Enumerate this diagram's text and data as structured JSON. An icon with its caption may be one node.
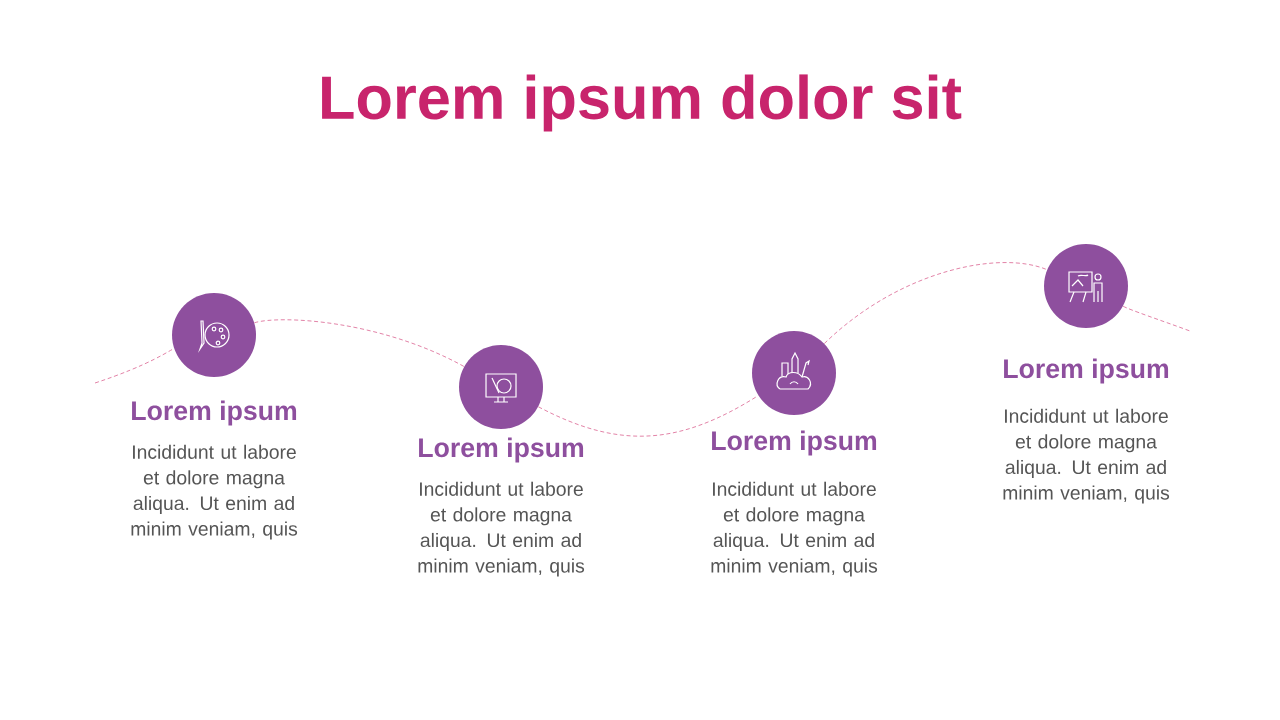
{
  "diagram": {
    "title": "Lorem ipsum dolor sit",
    "nodes": [
      {
        "text": [],
        "shape": "circle",
        "beside": [
          "Lorem ipsum",
          "Incididunt ut labore et dolore magna aliqua. Ut enim ad minim veniam, quis"
        ]
      },
      {
        "text": [],
        "shape": "circle",
        "beside": [
          "Lorem ipsum",
          "Incididunt ut labore et dolore magna aliqua. Ut enim ad minim veniam, quis"
        ]
      },
      {
        "text": [],
        "shape": "circle",
        "beside": [
          "Lorem ipsum",
          "Incididunt ut labore et dolore magna aliqua. Ut enim ad minim veniam, quis"
        ]
      },
      {
        "text": [],
        "shape": "circle",
        "beside": [
          "Lorem ipsum",
          "Incididunt ut labore et dolore magna aliqua. Ut enim ad minim veniam, quis"
        ]
      }
    ],
    "edges": [
      {
        "from": null,
        "to": 0,
        "arrow": "none",
        "style": "dashed"
      },
      {
        "from": 0,
        "to": 1,
        "arrow": "none",
        "style": "dashed"
      },
      {
        "from": 1,
        "to": 2,
        "arrow": "none",
        "style": "dashed"
      },
      {
        "from": 2,
        "to": 3,
        "arrow": "none",
        "style": "dashed"
      },
      {
        "from": 3,
        "to": null,
        "arrow": "none",
        "style": "dashed"
      }
    ]
  }
}
